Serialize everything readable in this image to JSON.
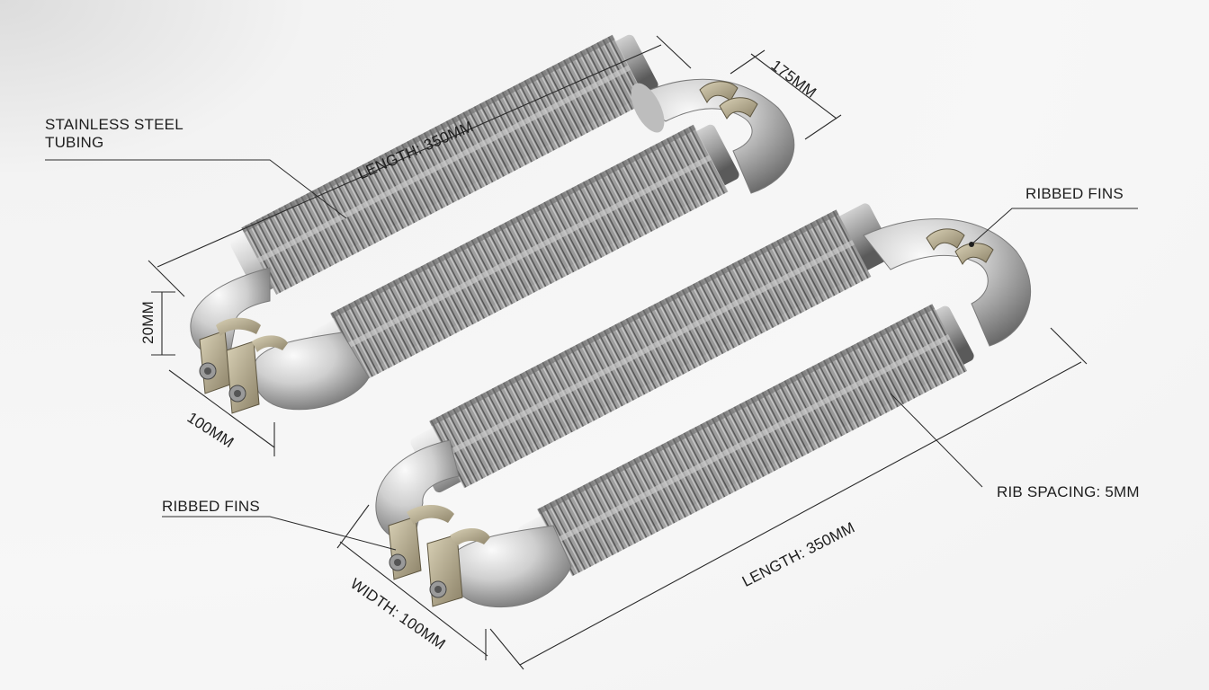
{
  "labels": {
    "stainless_steel_tubing": "STAINLESS STEEL\nTUBING",
    "length_top": "LENGTH: 350MM",
    "dim_175": "175MM",
    "dim_20": "20MM",
    "dim_100": "100MM",
    "ribbed_fins_right": "RIBBED FINS",
    "ribbed_fins_left": "RIBBED FINS",
    "rib_spacing": "RIB SPACING: 5MM",
    "length_bottom": "LENGTH: 350MM",
    "width_bottom": "WIDTH: 100MM"
  },
  "colors": {
    "background": "#f3f3f3",
    "steel_light": "#e6e6e6",
    "steel_mid": "#a8a8a8",
    "steel_dark": "#5f5f5f",
    "fin_dark": "#505050",
    "bracket": "#b8ad90",
    "line": "#2a2a2a"
  }
}
